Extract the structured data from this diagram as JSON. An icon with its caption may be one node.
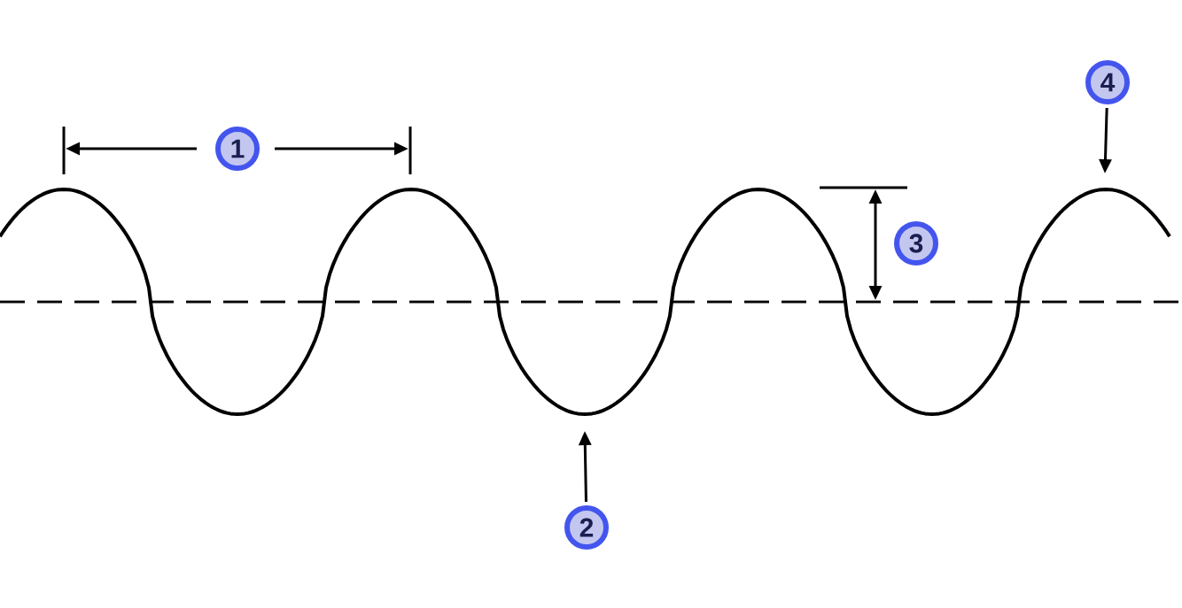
{
  "diagram": {
    "nodes": [
      {
        "text": [
          "2"
        ]
      },
      {
        "text": [
          "4"
        ]
      }
    ],
    "edges": [
      {
        "from": 0,
        "to": null,
        "arrow": "to"
      },
      {
        "from": 1,
        "to": null,
        "arrow": "to"
      }
    ],
    "labels": [
      "1",
      "3"
    ]
  }
}
